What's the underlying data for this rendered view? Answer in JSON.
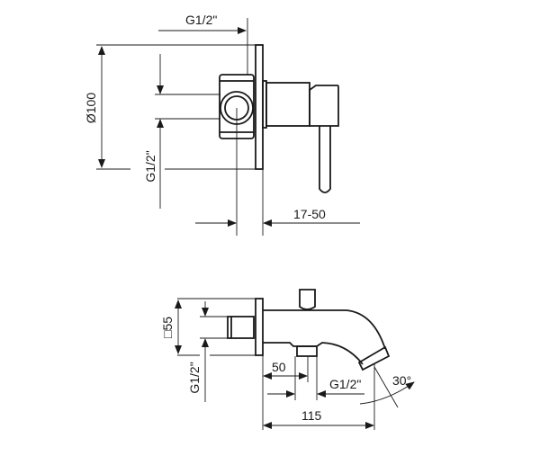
{
  "top_view": {
    "inlet_thread_top": "G1/2\"",
    "plate_diameter": "Ø100",
    "inlet_thread_side": "G1/2\"",
    "wall_depth_range": "17-50"
  },
  "bottom_view": {
    "plate_square": "□55",
    "inlet_thread": "G1/2\"",
    "diverter_offset": "50",
    "outlet_thread": "G1/2\"",
    "spout_angle": "30°",
    "spout_projection": "115"
  }
}
